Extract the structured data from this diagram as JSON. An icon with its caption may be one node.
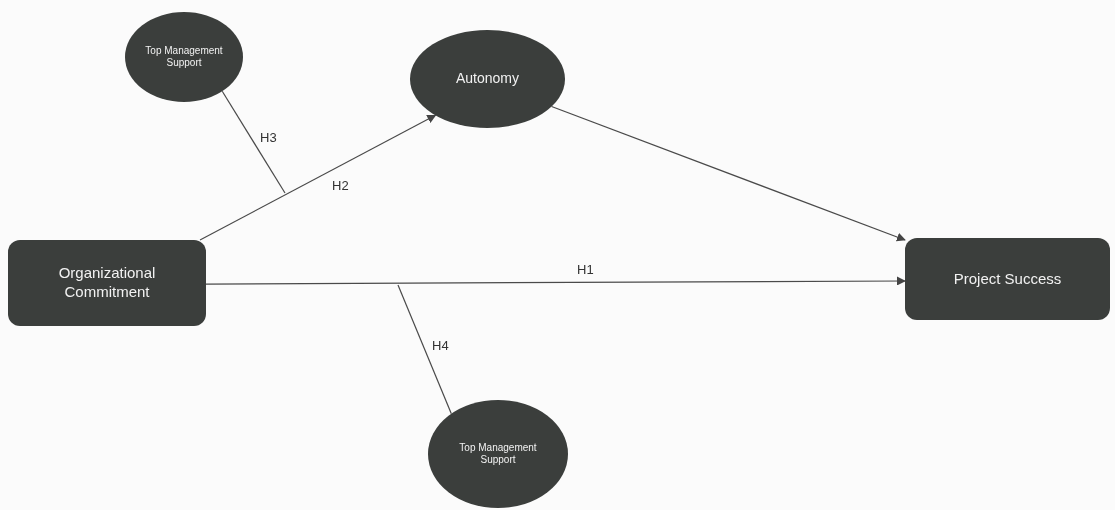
{
  "diagram": {
    "nodes": [
      {
        "text": [
          "Top Management Support"
        ]
      },
      {
        "text": [
          "Autonomy"
        ]
      },
      {
        "text": [
          "Organizational Commitment"
        ]
      },
      {
        "text": [
          "Project Success"
        ]
      },
      {
        "text": [
          "Top Management Support"
        ]
      }
    ],
    "edges": [
      {
        "from": 2,
        "to": 1,
        "arrow": "to",
        "label": "H2"
      },
      {
        "from": 1,
        "to": 3,
        "arrow": "to"
      },
      {
        "from": 2,
        "to": 3,
        "arrow": "to",
        "label": "H1"
      },
      {
        "from": 0,
        "to": null,
        "arrow": "none",
        "label": "H3"
      },
      {
        "from": 4,
        "to": null,
        "arrow": "none",
        "label": "H4"
      }
    ]
  }
}
